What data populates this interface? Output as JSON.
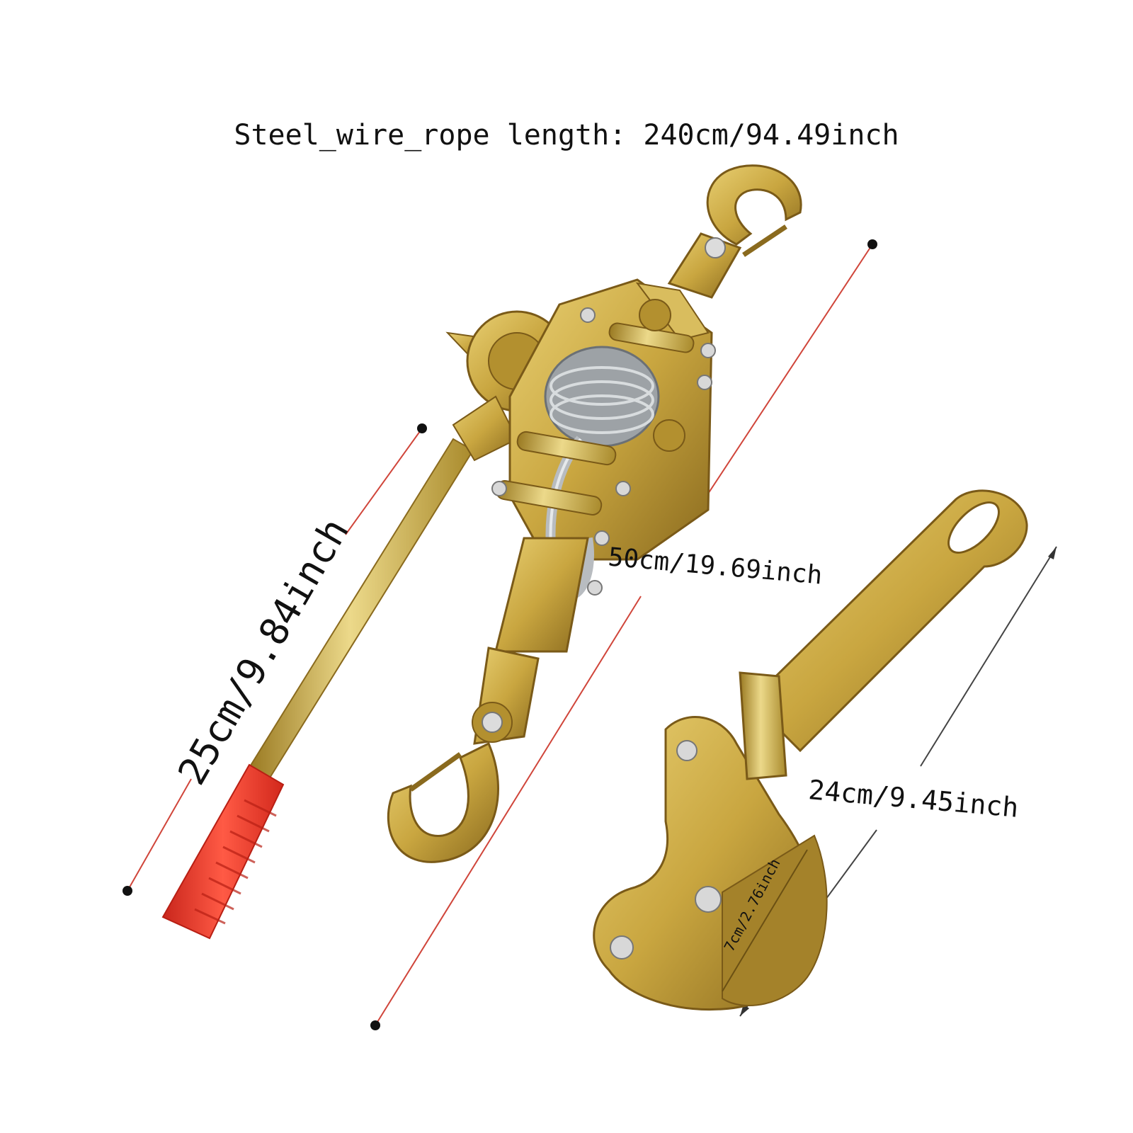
{
  "labels": {
    "title": "Steel_wire_rope length: 240cm/94.49inch",
    "handle_length": "25cm/9.84inch",
    "overall_length": "50cm/19.69inch",
    "grip_length": "24cm/9.45inch",
    "jaw_length": "7cm/2.76inch"
  },
  "colors": {
    "metal_gold": "#c9a640",
    "metal_dark": "#8a6a1e",
    "grip_red": "#f03a2c",
    "cable_gray": "#b8bcc0",
    "dimension_red": "#d0453a",
    "dimension_dark": "#333333"
  }
}
